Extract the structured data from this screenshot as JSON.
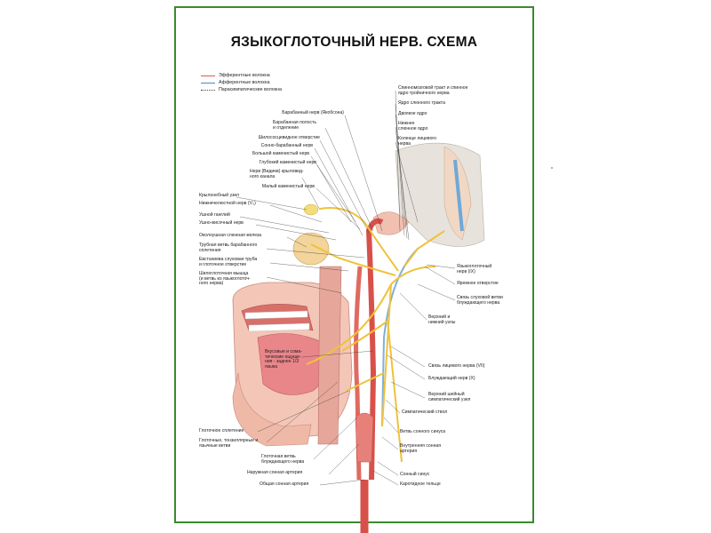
{
  "title": "ЯЗЫКОГЛОТОЧНЫЙ НЕРВ. СХЕМА",
  "legend": [
    {
      "label": "Эфферентные волокна",
      "color": "#e0554f",
      "style": "solid"
    },
    {
      "label": "Афферентные волокна",
      "color": "#3d8fd0",
      "style": "solid"
    },
    {
      "label": "Парасимпатические волокна",
      "color": "#444444",
      "style": "dotted"
    }
  ],
  "labels_left": {
    "l1": "Барабанный нерв (Якобсона)",
    "l2": "Барабанная полость\nи отделение",
    "l3": "Шилососцевидное отверстие",
    "l4": "Сонно-барабанный нерв",
    "l5": "Большой каменистый нерв",
    "l6": "Глубокий каменистый нерв",
    "l7": "Нерв (Видиев) крыловид-\nного канала",
    "l8": "Малый каменистый нерв",
    "l9": "Крылонебный узел",
    "l10": "Нижнечелюстной нерв (V₃)",
    "l11": "Ушной ганглий",
    "l12": "Ушно-височный нерв",
    "l13": "Околоушная слюнная железа",
    "l14": "Трубная ветвь барабанного\nсплетения",
    "l15": "Евстахиева слуховая труба\nи глоточное отверстие",
    "l16": "Шилоглоточная мышца\n(и ветвь из языкоглоточ-\nного нерва)",
    "l17": "Вкусовые и сома-\nтические ощуще-\nния - заднее 1/3\nязыка",
    "l18": "Глоточное сплетение",
    "l19": "Глоточные, тонзиллярные и\nязычные ветви",
    "l20": "Глоточная ветвь\nблуждающего нерва",
    "l21": "Наружная сонная артерия",
    "l22": "Общая сонная артерия"
  },
  "labels_right": {
    "r1": "Спинномозговой тракт и спинное\nядро тройничного нерва",
    "r2": "Ядро слюнного тракта",
    "r3": "Двоякое ядро",
    "r4": "Нижнее\nслюнное ядро",
    "r5": "Коленце лицевого\nнерва",
    "r6": "Языкоглоточный\nнерв (IX)",
    "r7": "Яремное отверстие",
    "r8": "Связь слуховой ветви\nблуждающего нерва",
    "r9": "Верхний и\nнижний узлы",
    "r10": "Связь лицевого нерва (VII)",
    "r11": "Блуждающий нерв (X)",
    "r12": "Верхний шейный\nсимпатический узел",
    "r13": "Симпатический ствол",
    "r14": "Ветвь сонного синуса",
    "r15": "Внутренняя сонная\nартерия",
    "r16": "Сонный синус",
    "r17": "Каротидное тельце"
  }
}
